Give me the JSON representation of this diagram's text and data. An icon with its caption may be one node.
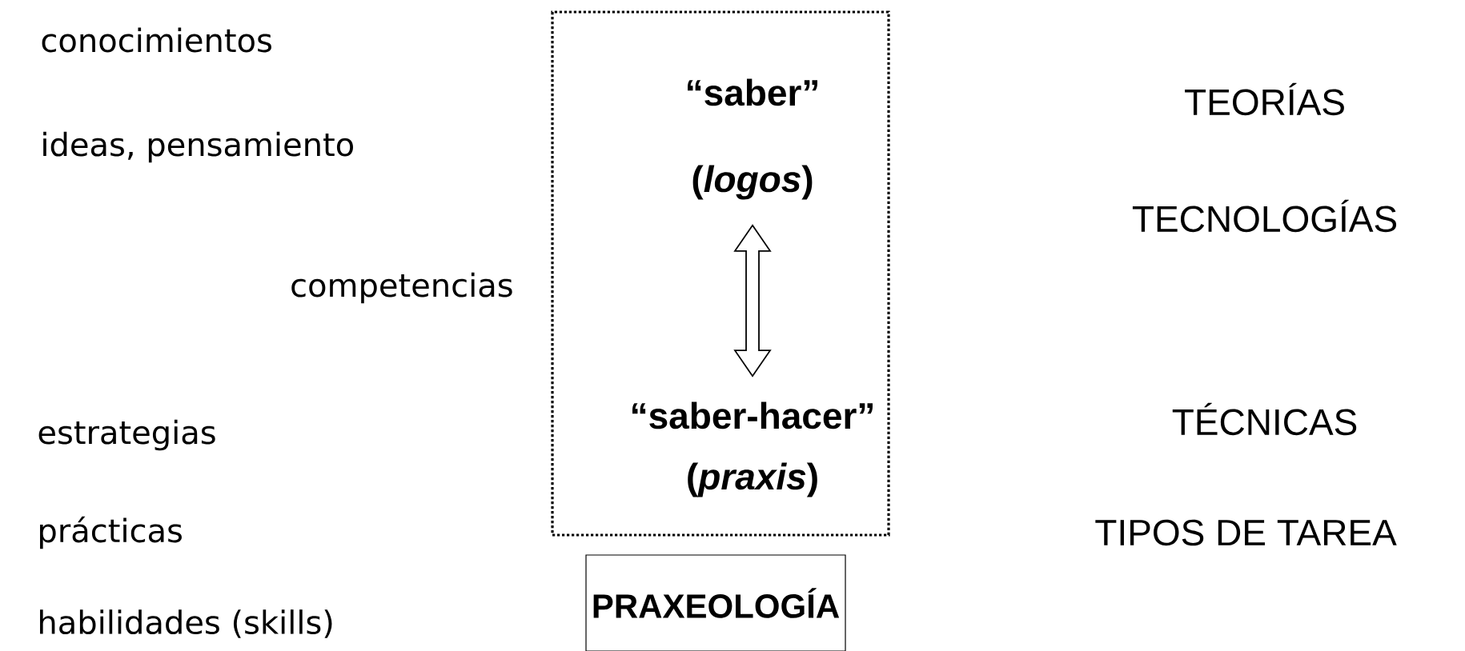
{
  "diagram": {
    "nodes": [
      {
        "text": [],
        "shape": "box"
      },
      {
        "text": [
          "“saber” (*logos*)"
        ],
        "in": 0
      },
      {
        "text": [
          "“saber-hacer” (*praxis*)"
        ],
        "in": 0
      },
      {
        "text": [
          "PRAXEOLOGÍA"
        ]
      }
    ],
    "edges": [
      {
        "from": 1,
        "to": 2,
        "arrow": "both"
      }
    ],
    "labels": [
      "conocimientos",
      "ideas, pensamiento",
      "competencias",
      "estrategias",
      "prácticas",
      "habilidades (skills)",
      "TEORÍAS",
      "TECNOLOGÍAS",
      "TÉCNICAS",
      "TIPOS DE TAREA"
    ]
  }
}
